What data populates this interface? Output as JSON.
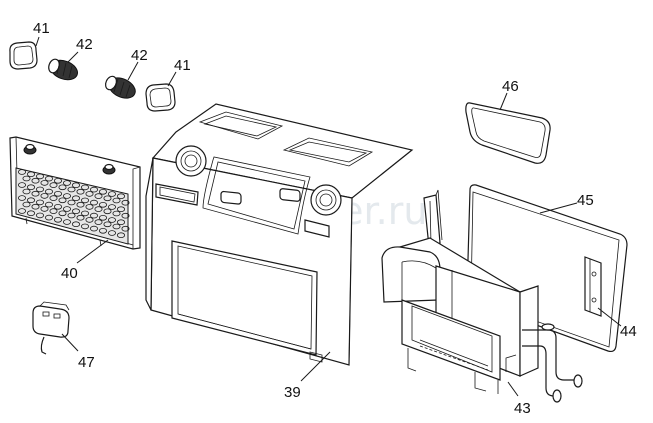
{
  "watermark": "autopiter.ru",
  "callouts": {
    "c41a": "41",
    "c42a": "42",
    "c42b": "42",
    "c41b": "41",
    "c46": "46",
    "c40": "40",
    "c45": "45",
    "c44": "44",
    "c47": "47",
    "c39": "39",
    "c43": "43"
  }
}
